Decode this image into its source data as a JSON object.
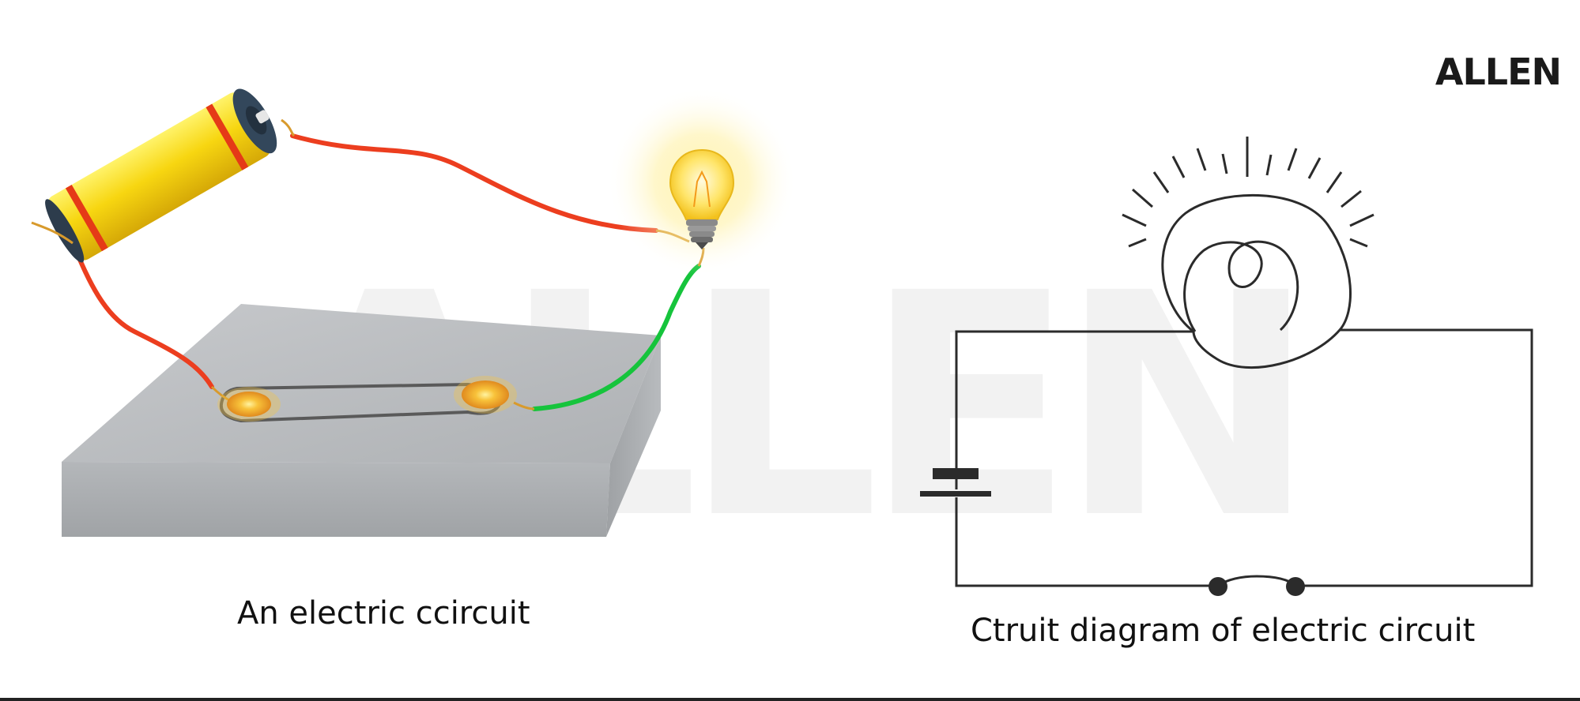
{
  "brand": "ALLEN",
  "watermark": "ALLEN",
  "captions": {
    "left": "An electric ccircuit",
    "right": "Ctruit diagram of electric circuit"
  },
  "colors": {
    "battery_body": "#f5d60c",
    "battery_band": "#e53a17",
    "battery_cap": "#33475b",
    "wire_red": "#ec3e1f",
    "wire_green": "#16c43c",
    "wire_connector": "#d89a2c",
    "board": "#b9bcbf",
    "contact_glow": "#f6a623",
    "bulb_glow": "#fff2a8",
    "schematic_stroke": "#2b2b2b"
  },
  "components": {
    "illustration": [
      "battery",
      "bulb",
      "wooden-board",
      "contact-left",
      "contact-right",
      "red-wire",
      "green-wire"
    ],
    "schematic": [
      "bulb-symbol",
      "cell-symbol",
      "switch-symbol",
      "circuit-wire"
    ]
  }
}
